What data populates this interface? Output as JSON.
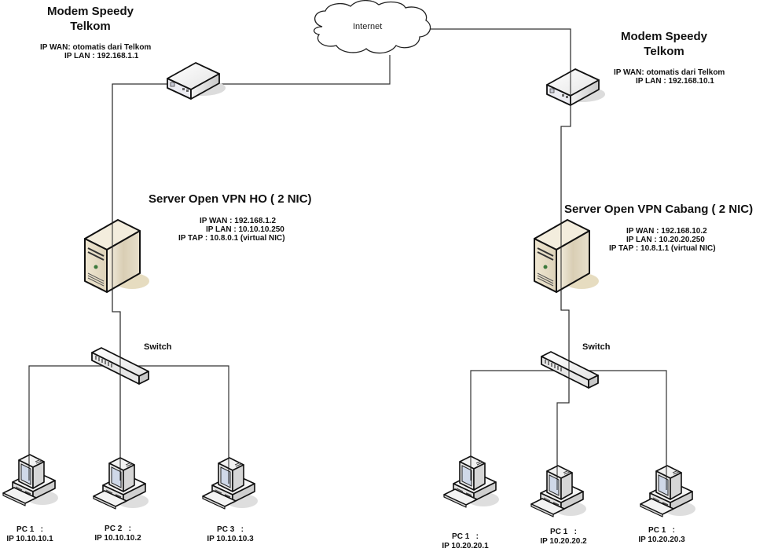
{
  "internet": {
    "label": "Internet"
  },
  "ho": {
    "modem": {
      "title_line1": "Modem Speedy",
      "title_line2": "Telkom",
      "ip_wan": "IP WAN: otomatis dari Telkom",
      "ip_lan": "IP LAN  : 192.168.1.1"
    },
    "server": {
      "title": "Server Open VPN HO ( 2 NIC)",
      "ip_wan": "IP WAN  : 192.168.1.2",
      "ip_lan": "IP LAN : 10.10.10.250",
      "ip_tap": "IP TAP : 10.8.0.1 (virtual NIC)"
    },
    "switch": {
      "label": "Switch"
    },
    "pcs": [
      {
        "name": "PC 1   :",
        "ip": "IP 10.10.10.1"
      },
      {
        "name": "PC 2   :",
        "ip": "IP 10.10.10.2"
      },
      {
        "name": "PC 3   :",
        "ip": "IP 10.10.10.3"
      }
    ]
  },
  "cabang": {
    "modem": {
      "title_line1": "Modem Speedy",
      "title_line2": "Telkom",
      "ip_wan": "IP WAN: otomatis dari Telkom",
      "ip_lan": "IP LAN  : 192.168.10.1"
    },
    "server": {
      "title": "Server Open VPN Cabang ( 2 NIC)",
      "ip_wan": "IP WAN  : 192.168.10.2",
      "ip_lan": "IP LAN : 10.20.20.250",
      "ip_tap": "IP TAP : 10.8.1.1 (virtual NIC)"
    },
    "switch": {
      "label": "Switch"
    },
    "pcs": [
      {
        "name": "PC 1   :",
        "ip": "IP 10.20.20.1"
      },
      {
        "name": "PC 1   :",
        "ip": "IP 10.20.20.2"
      },
      {
        "name": "PC 1   :",
        "ip": "IP 10.20.20.3"
      }
    ]
  },
  "colors": {
    "line": "#333333",
    "server_body": "#e9e0cc",
    "device_body": "#f2f2f2",
    "shadow": "#d8d8d8"
  }
}
